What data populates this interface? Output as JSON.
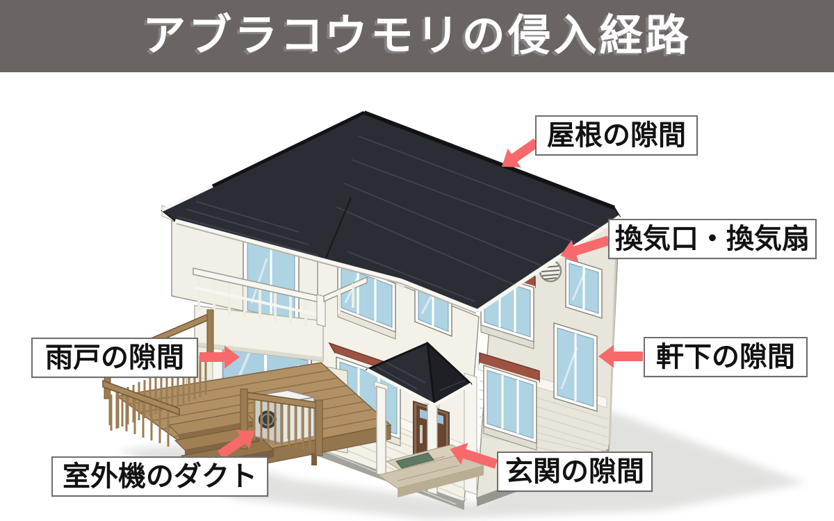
{
  "header": {
    "title": "アブラコウモリの侵入経路"
  },
  "labels": {
    "roof_gap": {
      "text": "屋根の隙間"
    },
    "vent": {
      "text": "換気口・換気扇"
    },
    "under_eaves": {
      "text": "軒下の隙間"
    },
    "shutter_gap": {
      "text": "雨戸の隙間"
    },
    "ac_duct": {
      "text": "室外機のダクト"
    },
    "entrance_gap": {
      "text": "玄関の隙間"
    }
  },
  "colors": {
    "header_bg": "#6A6563",
    "header_text": "#FFFFFF",
    "arrow": "#F8696B",
    "label_border": "#6E6E6E",
    "label_bg": "#FFFFFF",
    "label_text": "#121212",
    "roof": "#2A2D33",
    "wall": "#F3F1E8",
    "wall_shade": "#E8E6DA",
    "window_glass": "#AED3E2",
    "bay_roof": "#9D5340",
    "wood_deck": "#B19066"
  }
}
